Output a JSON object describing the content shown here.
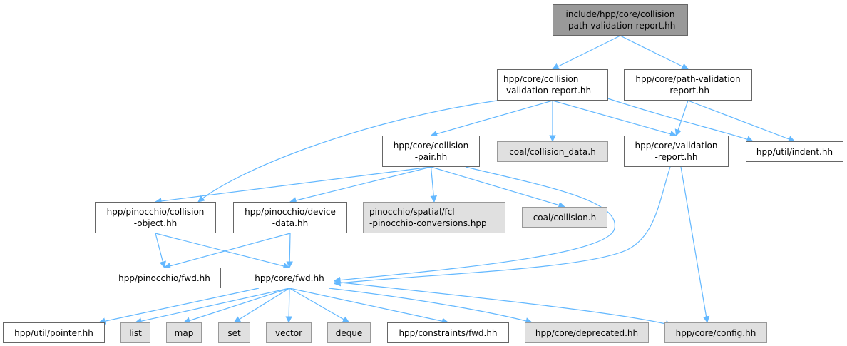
{
  "diagram": {
    "type": "include-dependency-graph",
    "edge_color": "#63b8ff",
    "nodes": [
      {
        "id": "root",
        "label": "include/hpp/core/collision\n-path-validation-report.hh",
        "kind": "root"
      },
      {
        "id": "cvr",
        "label": "hpp/core/collision\n-validation-report.hh",
        "kind": "doc"
      },
      {
        "id": "pvr",
        "label": "hpp/core/path-validation\n-report.hh",
        "kind": "doc"
      },
      {
        "id": "cpair",
        "label": "hpp/core/collision\n-pair.hh",
        "kind": "doc"
      },
      {
        "id": "cdata",
        "label": "coal/collision_data.h",
        "kind": "external"
      },
      {
        "id": "vr",
        "label": "hpp/core/validation\n-report.hh",
        "kind": "doc"
      },
      {
        "id": "indent",
        "label": "hpp/util/indent.hh",
        "kind": "doc"
      },
      {
        "id": "pcobj",
        "label": "hpp/pinocchio/collision\n-object.hh",
        "kind": "doc"
      },
      {
        "id": "pdev",
        "label": "hpp/pinocchio/device\n-data.hh",
        "kind": "doc"
      },
      {
        "id": "fclconv",
        "label": "pinocchio/spatial/fcl\n-pinocchio-conversions.hpp",
        "kind": "external"
      },
      {
        "id": "coalcol",
        "label": "coal/collision.h",
        "kind": "external"
      },
      {
        "id": "pfwd",
        "label": "hpp/pinocchio/fwd.hh",
        "kind": "doc"
      },
      {
        "id": "cfwd",
        "label": "hpp/core/fwd.hh",
        "kind": "doc"
      },
      {
        "id": "pointer",
        "label": "hpp/util/pointer.hh",
        "kind": "doc"
      },
      {
        "id": "list",
        "label": "list",
        "kind": "external"
      },
      {
        "id": "map",
        "label": "map",
        "kind": "external"
      },
      {
        "id": "set",
        "label": "set",
        "kind": "external"
      },
      {
        "id": "vector",
        "label": "vector",
        "kind": "external"
      },
      {
        "id": "deque",
        "label": "deque",
        "kind": "external"
      },
      {
        "id": "consfwd",
        "label": "hpp/constraints/fwd.hh",
        "kind": "doc"
      },
      {
        "id": "deprecated",
        "label": "hpp/core/deprecated.hh",
        "kind": "external"
      },
      {
        "id": "config",
        "label": "hpp/core/config.hh",
        "kind": "external"
      }
    ],
    "edges": [
      [
        "root",
        "cvr"
      ],
      [
        "root",
        "pvr"
      ],
      [
        "cvr",
        "pcobj"
      ],
      [
        "cvr",
        "cpair"
      ],
      [
        "cvr",
        "cdata"
      ],
      [
        "cvr",
        "vr"
      ],
      [
        "cvr",
        "indent"
      ],
      [
        "pvr",
        "vr"
      ],
      [
        "pvr",
        "indent"
      ],
      [
        "cpair",
        "pcobj"
      ],
      [
        "cpair",
        "pdev"
      ],
      [
        "cpair",
        "fclconv"
      ],
      [
        "cpair",
        "coalcol"
      ],
      [
        "cpair",
        "cfwd"
      ],
      [
        "vr",
        "cfwd"
      ],
      [
        "vr",
        "config"
      ],
      [
        "pcobj",
        "pfwd"
      ],
      [
        "pcobj",
        "cfwd"
      ],
      [
        "pdev",
        "pfwd"
      ],
      [
        "pdev",
        "cfwd"
      ],
      [
        "cfwd",
        "pointer"
      ],
      [
        "cfwd",
        "list"
      ],
      [
        "cfwd",
        "map"
      ],
      [
        "cfwd",
        "set"
      ],
      [
        "cfwd",
        "vector"
      ],
      [
        "cfwd",
        "deque"
      ],
      [
        "cfwd",
        "consfwd"
      ],
      [
        "cfwd",
        "deprecated"
      ],
      [
        "cfwd",
        "config"
      ]
    ]
  }
}
